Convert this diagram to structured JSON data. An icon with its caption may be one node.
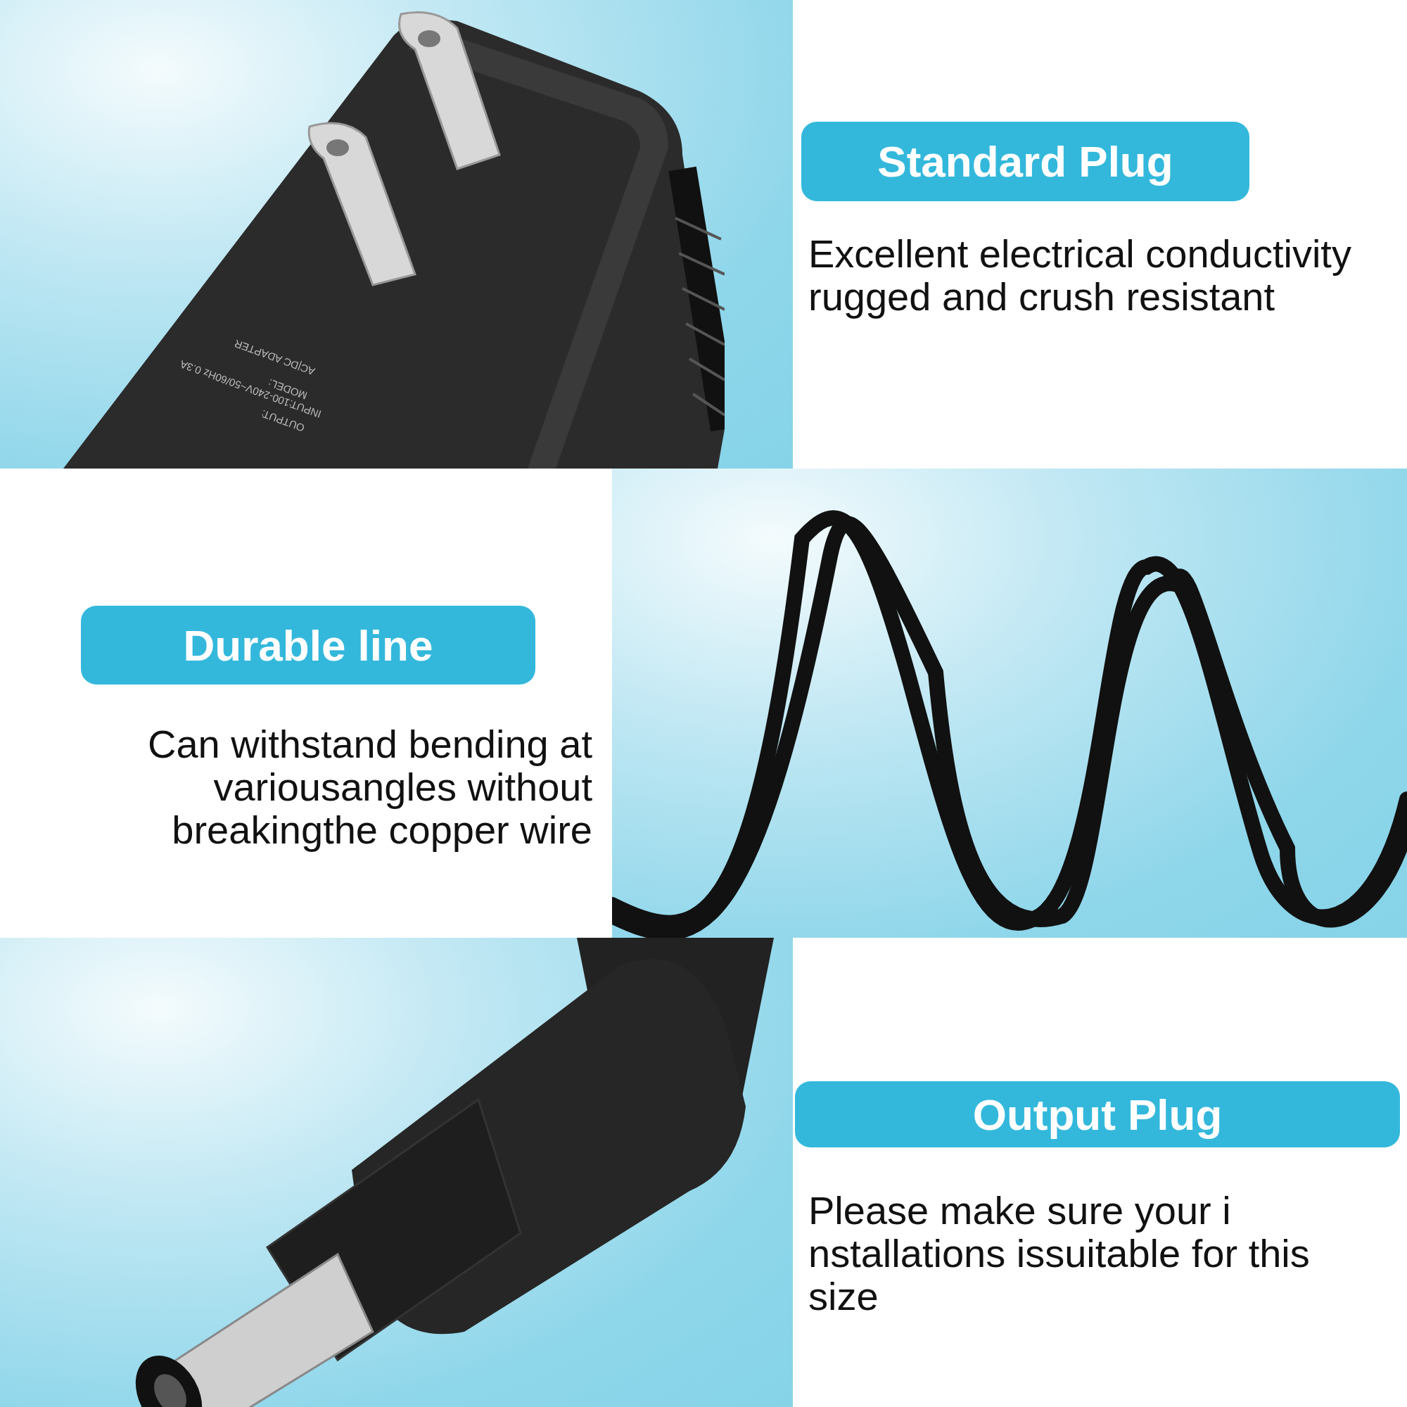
{
  "diagram": {
    "nodes": [
      {
        "text": [
          "Standard Plug"
        ],
        "beside": [
          "Excellent electrical conductivity rugged and crush resistant"
        ]
      },
      {
        "text": [
          "Durable line"
        ],
        "beside": [
          "Can withstand bending at variousangles without breakingthe copper wire"
        ]
      },
      {
        "text": [
          "Output Plug"
        ],
        "beside": [
          "Please make sure your i nstallations issuitable for this size"
        ]
      }
    ],
    "labels": [
      "AC|DC ADAPTER",
      "MODEL:",
      "INPUT:100-240V~50/60Hz 0.3A",
      "OUTPUT:"
    ]
  }
}
